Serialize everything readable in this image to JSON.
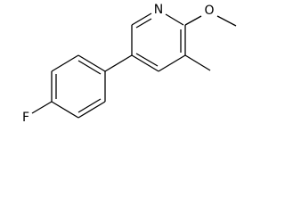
{
  "molecule": {
    "atom_labels": {
      "nitrogen": "N",
      "oxygen": "O",
      "fluorine": "F"
    },
    "line_color": "#000000",
    "background": "#ffffff"
  }
}
